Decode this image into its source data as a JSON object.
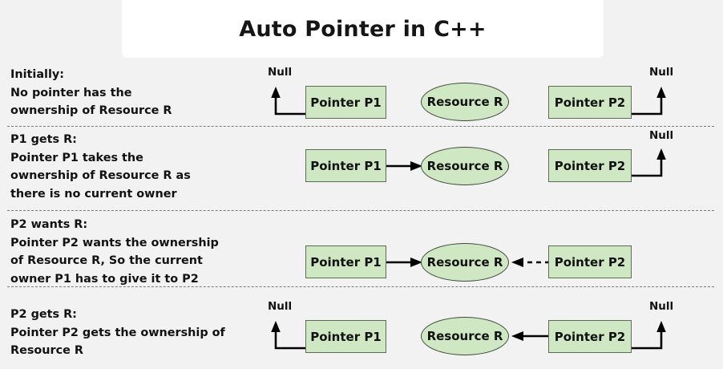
{
  "title": {
    "text": "Auto Pointer in C++"
  },
  "palette": {
    "background": "#f2f2f2",
    "card": "#ffffff",
    "node_fill": "#cfe8c3",
    "node_border": "#5d6b57",
    "ellipse_border": "#3f4a3c",
    "text": "#121212",
    "divider": "#7a7a7a",
    "arrow": "#000000"
  },
  "labels": {
    "pointer_p1": "Pointer P1",
    "pointer_p2": "Pointer P2",
    "resource_r": "Resource R",
    "null": "Null"
  },
  "steps": [
    {
      "id": "initially",
      "heading": "Initially:",
      "description": "Initially:\nNo pointer has the\nownership of Resource R",
      "p1_null": true,
      "p2_null": true,
      "p1_to_r": "none",
      "p2_to_r": "none"
    },
    {
      "id": "p1-gets-r",
      "heading": "P1 gets R:",
      "description": "P1 gets R:\nPointer P1 takes the\nownership of Resource R as\nthere is no current owner",
      "p1_null": false,
      "p2_null": true,
      "p1_to_r": "solid",
      "p2_to_r": "none"
    },
    {
      "id": "p2-wants-r",
      "heading": "P2 wants R:",
      "description": "P2 wants R:\nPointer P2 wants the ownership\nof Resource R, So the current\nowner P1 has to give it to P2",
      "p1_null": false,
      "p2_null": false,
      "p1_to_r": "solid",
      "p2_to_r": "dashed"
    },
    {
      "id": "p2-gets-r",
      "heading": "P2 gets R:",
      "description": "P2 gets R:\nPointer P2 gets the ownership of\nResource R",
      "p1_null": true,
      "p2_null": false,
      "p1_to_r": "none",
      "p2_to_r": "solid"
    }
  ]
}
